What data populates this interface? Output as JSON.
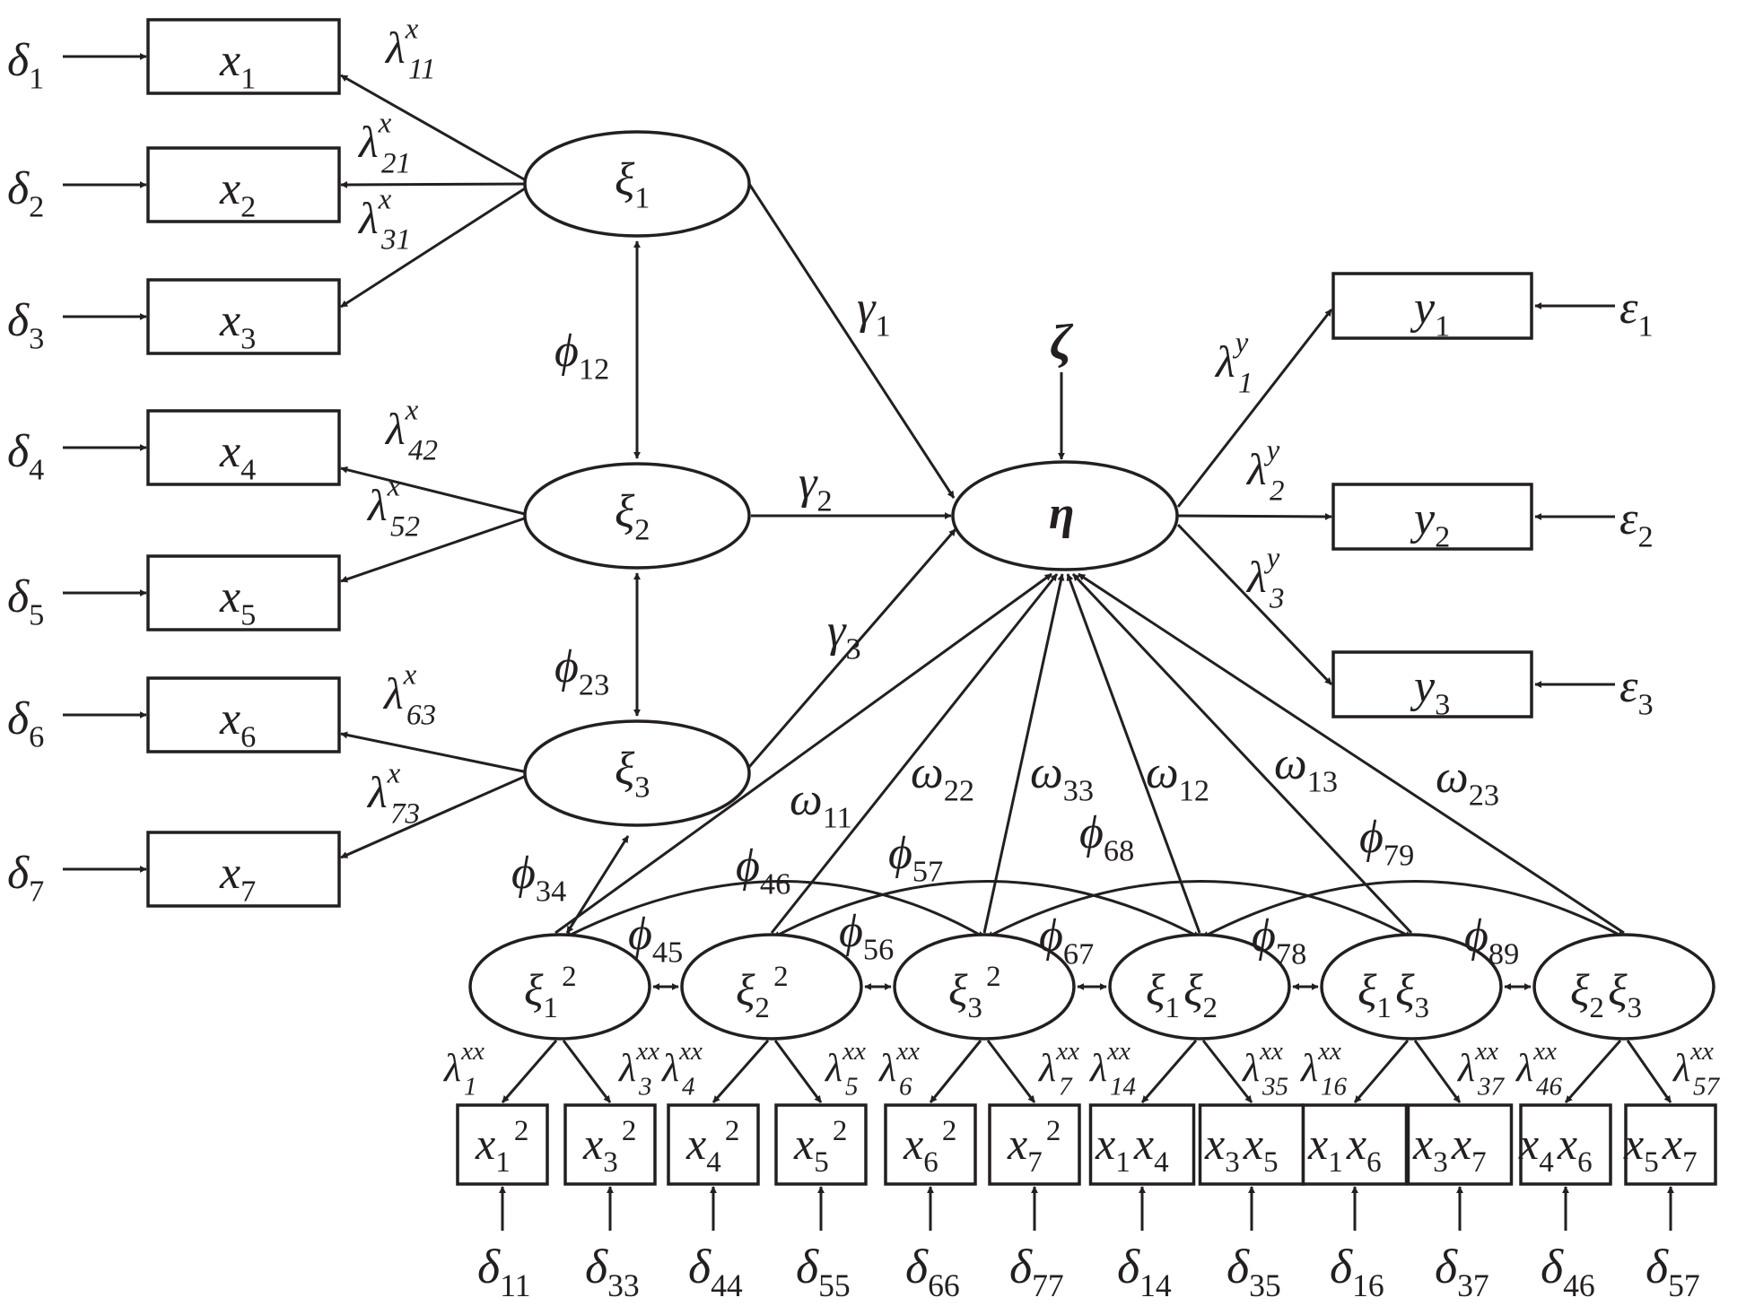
{
  "indicators": {
    "x1": {
      "base": "x",
      "sub": "1"
    },
    "x2": {
      "base": "x",
      "sub": "2"
    },
    "x3": {
      "base": "x",
      "sub": "3"
    },
    "x4": {
      "base": "x",
      "sub": "4"
    },
    "x5": {
      "base": "x",
      "sub": "5"
    },
    "x6": {
      "base": "x",
      "sub": "6"
    },
    "x7": {
      "base": "x",
      "sub": "7"
    },
    "y1": {
      "base": "y",
      "sub": "1"
    },
    "y2": {
      "base": "y",
      "sub": "2"
    },
    "y3": {
      "base": "y",
      "sub": "3"
    }
  },
  "errors_x": [
    {
      "base": "δ",
      "sub": "1"
    },
    {
      "base": "δ",
      "sub": "2"
    },
    {
      "base": "δ",
      "sub": "3"
    },
    {
      "base": "δ",
      "sub": "4"
    },
    {
      "base": "δ",
      "sub": "5"
    },
    {
      "base": "δ",
      "sub": "6"
    },
    {
      "base": "δ",
      "sub": "7"
    }
  ],
  "errors_y": [
    {
      "base": "ε",
      "sub": "1"
    },
    {
      "base": "ε",
      "sub": "2"
    },
    {
      "base": "ε",
      "sub": "3"
    }
  ],
  "latents": {
    "xi1": {
      "base": "ξ",
      "sub": "1"
    },
    "xi2": {
      "base": "ξ",
      "sub": "2"
    },
    "xi3": {
      "base": "ξ",
      "sub": "3"
    },
    "eta": {
      "base": "η"
    },
    "zeta": {
      "base": "ζ"
    }
  },
  "loadings_x": [
    {
      "base": "λ",
      "sup": "x",
      "sub": "11"
    },
    {
      "base": "λ",
      "sup": "x",
      "sub": "21"
    },
    {
      "base": "λ",
      "sup": "x",
      "sub": "31"
    },
    {
      "base": "λ",
      "sup": "x",
      "sub": "42"
    },
    {
      "base": "λ",
      "sup": "x",
      "sub": "52"
    },
    {
      "base": "λ",
      "sup": "x",
      "sub": "63"
    },
    {
      "base": "λ",
      "sup": "x",
      "sub": "73"
    }
  ],
  "loadings_y": [
    {
      "base": "λ",
      "sup": "y",
      "sub": "1"
    },
    {
      "base": "λ",
      "sup": "y",
      "sub": "2"
    },
    {
      "base": "λ",
      "sup": "y",
      "sub": "3"
    }
  ],
  "gammas": [
    {
      "base": "γ",
      "sub": "1"
    },
    {
      "base": "γ",
      "sub": "2"
    },
    {
      "base": "γ",
      "sub": "3"
    }
  ],
  "phis_top": [
    {
      "base": "ϕ",
      "sub": "12"
    },
    {
      "base": "ϕ",
      "sub": "23"
    },
    {
      "base": "ϕ",
      "sub": "34"
    }
  ],
  "omegas": [
    {
      "base": "ω",
      "sub": "11"
    },
    {
      "base": "ω",
      "sub": "22"
    },
    {
      "base": "ω",
      "sub": "33"
    },
    {
      "base": "ω",
      "sub": "12"
    },
    {
      "base": "ω",
      "sub": "13"
    },
    {
      "base": "ω",
      "sub": "23"
    }
  ],
  "phis_arcs": [
    {
      "base": "ϕ",
      "sub": "46"
    },
    {
      "base": "ϕ",
      "sub": "57"
    },
    {
      "base": "ϕ",
      "sub": "68"
    },
    {
      "base": "ϕ",
      "sub": "79"
    }
  ],
  "phis_adjacent": [
    {
      "base": "ϕ",
      "sub": "45"
    },
    {
      "base": "ϕ",
      "sub": "56"
    },
    {
      "base": "ϕ",
      "sub": "67"
    },
    {
      "base": "ϕ",
      "sub": "78"
    },
    {
      "base": "ϕ",
      "sub": "89"
    }
  ],
  "interaction_latents": [
    {
      "parts": [
        {
          "base": "ξ",
          "sub": "1"
        }
      ],
      "sup": "2"
    },
    {
      "parts": [
        {
          "base": "ξ",
          "sub": "2"
        }
      ],
      "sup": "2"
    },
    {
      "parts": [
        {
          "base": "ξ",
          "sub": "3"
        }
      ],
      "sup": "2"
    },
    {
      "parts": [
        {
          "base": "ξ",
          "sub": "1"
        },
        {
          "base": "ξ",
          "sub": "2"
        }
      ]
    },
    {
      "parts": [
        {
          "base": "ξ",
          "sub": "1"
        },
        {
          "base": "ξ",
          "sub": "3"
        }
      ]
    },
    {
      "parts": [
        {
          "base": "ξ",
          "sub": "2"
        },
        {
          "base": "ξ",
          "sub": "3"
        }
      ]
    }
  ],
  "interaction_loadings": [
    {
      "base": "λ",
      "sup": "xx",
      "sub": "1"
    },
    {
      "base": "λ",
      "sup": "xx",
      "sub": "3"
    },
    {
      "base": "λ",
      "sup": "xx",
      "sub": "4"
    },
    {
      "base": "λ",
      "sup": "xx",
      "sub": "5"
    },
    {
      "base": "λ",
      "sup": "xx",
      "sub": "6"
    },
    {
      "base": "λ",
      "sup": "xx",
      "sub": "7"
    },
    {
      "base": "λ",
      "sup": "xx",
      "sub": "14"
    },
    {
      "base": "λ",
      "sup": "xx",
      "sub": "35"
    },
    {
      "base": "λ",
      "sup": "xx",
      "sub": "16"
    },
    {
      "base": "λ",
      "sup": "xx",
      "sub": "37"
    },
    {
      "base": "λ",
      "sup": "xx",
      "sub": "46"
    },
    {
      "base": "λ",
      "sup": "xx",
      "sub": "57"
    }
  ],
  "interaction_indicators": [
    {
      "parts": [
        {
          "base": "x",
          "sub": "1"
        }
      ],
      "sup": "2"
    },
    {
      "parts": [
        {
          "base": "x",
          "sub": "3"
        }
      ],
      "sup": "2"
    },
    {
      "parts": [
        {
          "base": "x",
          "sub": "4"
        }
      ],
      "sup": "2"
    },
    {
      "parts": [
        {
          "base": "x",
          "sub": "5"
        }
      ],
      "sup": "2"
    },
    {
      "parts": [
        {
          "base": "x",
          "sub": "6"
        }
      ],
      "sup": "2"
    },
    {
      "parts": [
        {
          "base": "x",
          "sub": "7"
        }
      ],
      "sup": "2"
    },
    {
      "parts": [
        {
          "base": "x",
          "sub": "1"
        },
        {
          "base": "x",
          "sub": "4"
        }
      ]
    },
    {
      "parts": [
        {
          "base": "x",
          "sub": "3"
        },
        {
          "base": "x",
          "sub": "5"
        }
      ]
    },
    {
      "parts": [
        {
          "base": "x",
          "sub": "1"
        },
        {
          "base": "x",
          "sub": "6"
        }
      ]
    },
    {
      "parts": [
        {
          "base": "x",
          "sub": "3"
        },
        {
          "base": "x",
          "sub": "7"
        }
      ]
    },
    {
      "parts": [
        {
          "base": "x",
          "sub": "4"
        },
        {
          "base": "x",
          "sub": "6"
        }
      ]
    },
    {
      "parts": [
        {
          "base": "x",
          "sub": "5"
        },
        {
          "base": "x",
          "sub": "7"
        }
      ]
    }
  ],
  "interaction_errors": [
    {
      "base": "δ",
      "sub": "11"
    },
    {
      "base": "δ",
      "sub": "33"
    },
    {
      "base": "δ",
      "sub": "44"
    },
    {
      "base": "δ",
      "sub": "55"
    },
    {
      "base": "δ",
      "sub": "66"
    },
    {
      "base": "δ",
      "sub": "77"
    },
    {
      "base": "δ",
      "sub": "14"
    },
    {
      "base": "δ",
      "sub": "35"
    },
    {
      "base": "δ",
      "sub": "16"
    },
    {
      "base": "δ",
      "sub": "37"
    },
    {
      "base": "δ",
      "sub": "46"
    },
    {
      "base": "δ",
      "sub": "57"
    }
  ]
}
